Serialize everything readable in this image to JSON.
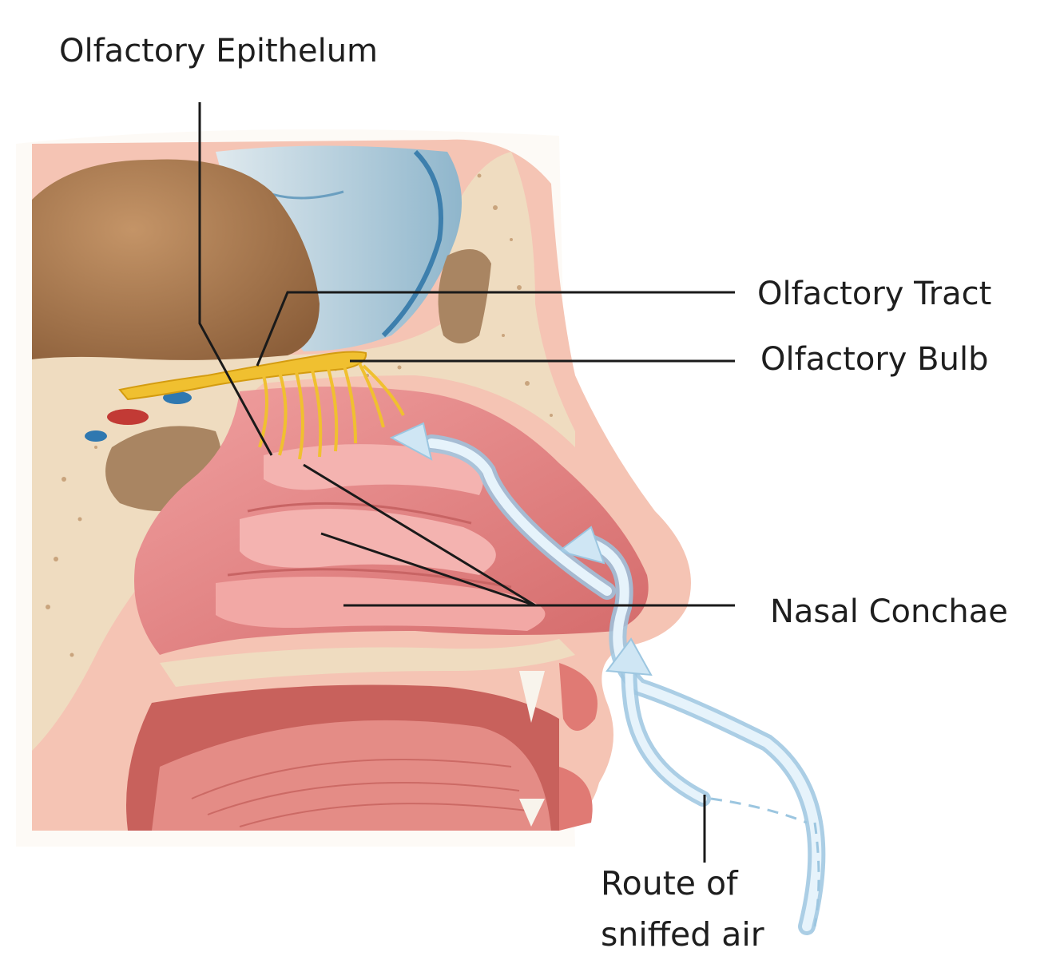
{
  "labels": {
    "olfactory_epithelium": "Olfactory Epithelum",
    "olfactory_tract": "Olfactory Tract",
    "olfactory_bulb": "Olfactory Bulb",
    "nasal_conchae": "Nasal Conchae",
    "route_line1": "Route of",
    "route_line2": "sniffed air"
  },
  "colors": {
    "brain": "#a87a52",
    "bone": "#efdcc0",
    "mucosa": "#e58a8a",
    "skin": "#f3b7a8",
    "nerve": "#f0c030",
    "airflow": "#cfe6f4",
    "leader_line": "#1a1a1a"
  }
}
